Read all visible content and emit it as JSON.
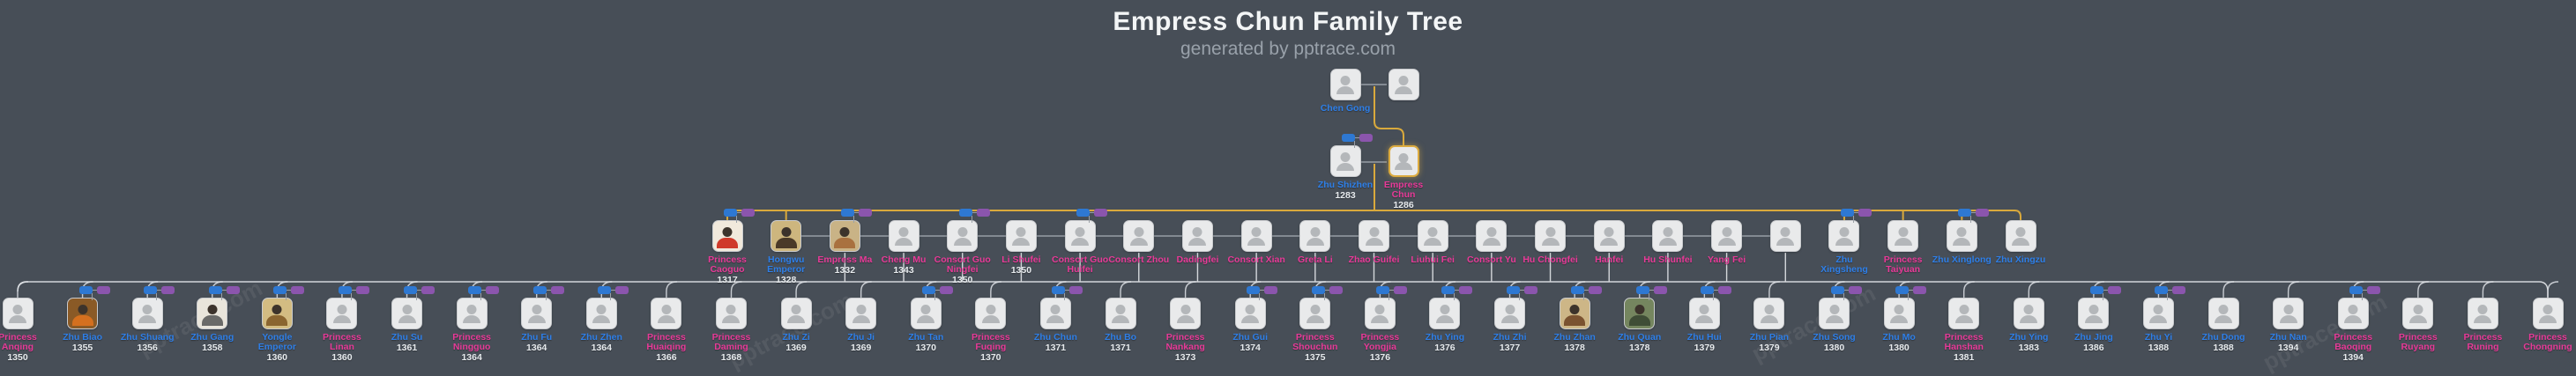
{
  "title": "Empress Chun Family Tree",
  "subtitle": "generated by pptrace.com",
  "watermark": "pptrace.com",
  "colors": {
    "background": "#474e57",
    "lineage_gold": "#d9a93c",
    "male_name": "#2e7fe8",
    "female_name": "#e83a98",
    "year_text": "#e7ebee",
    "chip_blue": "#2e78d2",
    "chip_purple": "#8b55ad",
    "spouse_line": "#979da6",
    "descent_line": "#edf0f2"
  },
  "generations": [
    {
      "id": "gen1",
      "people": [
        {
          "name": "Chen Gong",
          "year": "",
          "gender": "m"
        },
        {
          "name": "",
          "year": "",
          "gender": ""
        }
      ]
    },
    {
      "id": "gen2",
      "people": [
        {
          "name": "Zhu Shizhen",
          "year": "1283",
          "gender": "m",
          "chips": true
        },
        {
          "name": "Empress Chun",
          "year": "1286",
          "gender": "f",
          "highlight": true
        }
      ]
    },
    {
      "id": "gen3",
      "people": [
        {
          "name": "Princess Caoguo",
          "year": "1317",
          "gender": "f",
          "chips": true,
          "portrait": {
            "bg": "#f1e9dc",
            "fg": "#cf3a2a"
          }
        },
        {
          "name": "Hongwu Emperor",
          "year": "1328",
          "gender": "m",
          "portrait": {
            "bg": "#cdb67e",
            "fg": "#4a3a28"
          }
        },
        {
          "name": "Empress Ma",
          "year": "1332",
          "gender": "f",
          "chips": true,
          "portrait": {
            "bg": "#c9b386",
            "fg": "#a9713f"
          }
        },
        {
          "name": "Cheng Mu",
          "year": "1343",
          "gender": "f"
        },
        {
          "name": "Consort Guo Ningfei",
          "year": "1350",
          "gender": "f",
          "chips": true
        },
        {
          "name": "Li Shufei",
          "year": "1350",
          "gender": "f"
        },
        {
          "name": "Consort Guo Huifei",
          "year": "",
          "gender": "f",
          "chips": true
        },
        {
          "name": "Consort Zhou",
          "year": "",
          "gender": "f"
        },
        {
          "name": "Dadingfei",
          "year": "",
          "gender": "f"
        },
        {
          "name": "Consort Xian",
          "year": "",
          "gender": "f"
        },
        {
          "name": "Greta Li",
          "year": "",
          "gender": "f"
        },
        {
          "name": "Zhao Guifei",
          "year": "",
          "gender": "f"
        },
        {
          "name": "Liuhui Fei",
          "year": "",
          "gender": "f"
        },
        {
          "name": "Consort Yu",
          "year": "",
          "gender": "f"
        },
        {
          "name": "Hu Chongfei",
          "year": "",
          "gender": "f"
        },
        {
          "name": "Hanfei",
          "year": "",
          "gender": "f"
        },
        {
          "name": "Hu Shunfei",
          "year": "",
          "gender": "f"
        },
        {
          "name": "Yang Fei",
          "year": "",
          "gender": "f"
        },
        {
          "name": "",
          "year": "",
          "gender": ""
        },
        {
          "name": "Zhu Xingsheng",
          "year": "",
          "gender": "m",
          "chips": true
        },
        {
          "name": "Princess Taiyuan",
          "year": "",
          "gender": "f"
        },
        {
          "name": "Zhu Xinglong",
          "year": "",
          "gender": "m",
          "chips": true
        },
        {
          "name": "Zhu Xingzu",
          "year": "",
          "gender": "m"
        }
      ]
    },
    {
      "id": "gen4",
      "people": [
        {
          "name": "Princess Anqing",
          "year": "1350",
          "gender": "f"
        },
        {
          "name": "Zhu Biao",
          "year": "1355",
          "gender": "m",
          "chips": true,
          "portrait": {
            "bg": "#8a5a26",
            "fg": "#d4701f"
          }
        },
        {
          "name": "Zhu Shuang",
          "year": "1356",
          "gender": "m",
          "chips": true
        },
        {
          "name": "Zhu Gang",
          "year": "1358",
          "gender": "m",
          "chips": true,
          "portrait": {
            "bg": "#e9e5db",
            "fg": "#6a6a68"
          }
        },
        {
          "name": "Yongle Emperor",
          "year": "1360",
          "gender": "m",
          "chips": true,
          "portrait": {
            "bg": "#d3bc82",
            "fg": "#8a6530"
          }
        },
        {
          "name": "Princess Linan",
          "year": "1360",
          "gender": "f",
          "chips": true
        },
        {
          "name": "Zhu Su",
          "year": "1361",
          "gender": "m",
          "chips": true
        },
        {
          "name": "Princess Ningguo",
          "year": "1364",
          "gender": "f",
          "chips": true
        },
        {
          "name": "Zhu Fu",
          "year": "1364",
          "gender": "m",
          "chips": true
        },
        {
          "name": "Zhu Zhen",
          "year": "1364",
          "gender": "m",
          "chips": true
        },
        {
          "name": "Princess Huaiqing",
          "year": "1366",
          "gender": "f"
        },
        {
          "name": "Princess Daming",
          "year": "1368",
          "gender": "f"
        },
        {
          "name": "Zhu Zi",
          "year": "1369",
          "gender": "m"
        },
        {
          "name": "Zhu Ji",
          "year": "1369",
          "gender": "m"
        },
        {
          "name": "Zhu Tan",
          "year": "1370",
          "gender": "m",
          "chips": true
        },
        {
          "name": "Princess Fuqing",
          "year": "1370",
          "gender": "f"
        },
        {
          "name": "Zhu Chun",
          "year": "1371",
          "gender": "m",
          "chips": true
        },
        {
          "name": "Zhu Bo",
          "year": "1371",
          "gender": "m"
        },
        {
          "name": "Princess Nankang",
          "year": "1373",
          "gender": "f"
        },
        {
          "name": "Zhu Gui",
          "year": "1374",
          "gender": "m",
          "chips": true
        },
        {
          "name": "Princess Shouchun",
          "year": "1375",
          "gender": "f",
          "chips": true
        },
        {
          "name": "Princess Yongjia",
          "year": "1376",
          "gender": "f",
          "chips": true
        },
        {
          "name": "Zhu Ying",
          "year": "1376",
          "gender": "m",
          "chips": true
        },
        {
          "name": "Zhu Zhi",
          "year": "1377",
          "gender": "m",
          "chips": true
        },
        {
          "name": "Zhu Zhan",
          "year": "1378",
          "gender": "m",
          "chips": true,
          "portrait": {
            "bg": "#cdb687",
            "fg": "#7a5230"
          }
        },
        {
          "name": "Zhu Quan",
          "year": "1378",
          "gender": "m",
          "chips": true,
          "portrait": {
            "bg": "#75865f",
            "fg": "#3f4d36"
          }
        },
        {
          "name": "Zhu Hui",
          "year": "1379",
          "gender": "m",
          "chips": true
        },
        {
          "name": "Zhu Pian",
          "year": "1379",
          "gender": "m"
        },
        {
          "name": "Zhu Song",
          "year": "1380",
          "gender": "m",
          "chips": true
        },
        {
          "name": "Zhu Mo",
          "year": "1380",
          "gender": "m",
          "chips": true
        },
        {
          "name": "Princess Hanshan",
          "year": "1381",
          "gender": "f"
        },
        {
          "name": "Zhu Ying",
          "year": "1383",
          "gender": "m"
        },
        {
          "name": "Zhu Jing",
          "year": "1386",
          "gender": "m",
          "chips": true
        },
        {
          "name": "Zhu Yi",
          "year": "1388",
          "gender": "m",
          "chips": true
        },
        {
          "name": "Zhu Dong",
          "year": "1388",
          "gender": "m"
        },
        {
          "name": "Zhu Nan",
          "year": "1394",
          "gender": "m"
        },
        {
          "name": "Princess Baoqing",
          "year": "1394",
          "gender": "f",
          "chips": true
        },
        {
          "name": "Princess Ruyang",
          "year": "",
          "gender": "f"
        },
        {
          "name": "Princess Runing",
          "year": "",
          "gender": "f"
        },
        {
          "name": "Princess Chongning",
          "year": "",
          "gender": "f"
        }
      ]
    }
  ]
}
